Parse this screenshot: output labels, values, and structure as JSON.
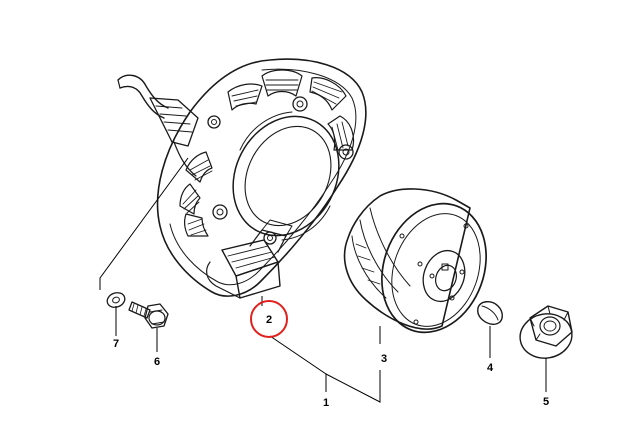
{
  "diagram": {
    "type": "exploded-parts-diagram",
    "highlight_color": "#e0201c",
    "line_color": "#1a1a1a",
    "callouts": {
      "part_1": "1",
      "part_2": "2",
      "part_3": "3",
      "part_4": "4",
      "part_5": "5",
      "part_6": "6",
      "part_7": "7"
    },
    "highlighted_part": "2"
  }
}
